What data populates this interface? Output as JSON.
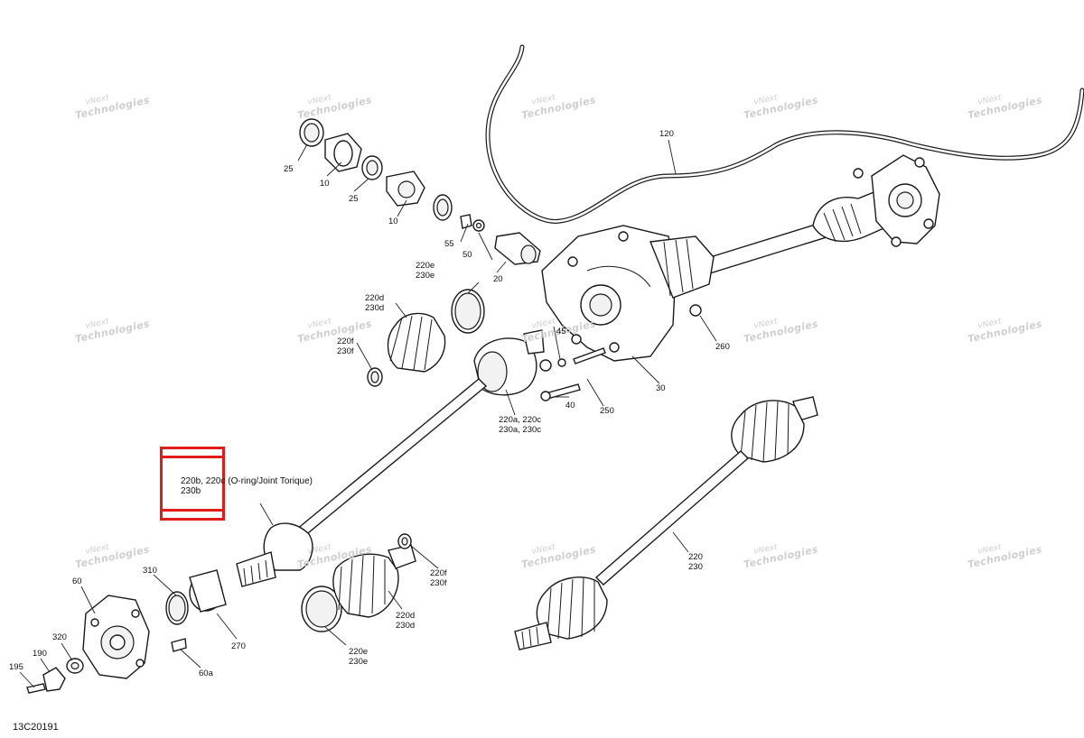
{
  "diagram": {
    "reference_code": "13C20191",
    "watermark": {
      "line1": "vNext",
      "line2": "Technologies"
    },
    "callout": {
      "line1": "220b, 220c (O-ring/Joint Torique)",
      "line2": "230b",
      "highlight_color": "#e21b1b"
    },
    "part_labels": [
      "25",
      "10",
      "25",
      "10",
      "55",
      "50",
      "20",
      "120",
      "220e",
      "230e",
      "220d",
      "230d",
      "220f",
      "230f",
      "45",
      "260",
      "40",
      "250",
      "30",
      "220a, 220c",
      "230a, 230c",
      "310",
      "60",
      "270",
      "60a",
      "220f",
      "230f",
      "220d",
      "230d",
      "220e",
      "230e",
      "320",
      "190",
      "195",
      "220",
      "230"
    ]
  }
}
